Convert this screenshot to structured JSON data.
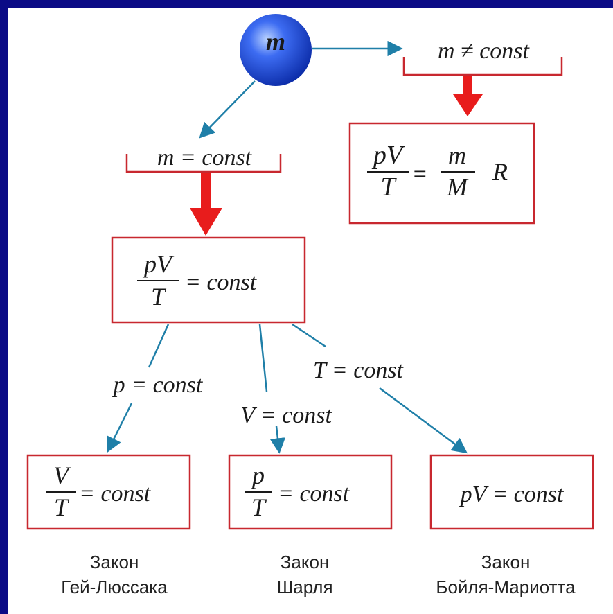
{
  "mass": {
    "symbol": "m",
    "varies_label": "m ≠ const",
    "const_label": "m = const"
  },
  "formulas": {
    "general": {
      "num": "pV",
      "den": "T",
      "rhs_num": "m",
      "rhs_den": "M",
      "tail": "R"
    },
    "combined": {
      "num": "pV",
      "den": "T",
      "rhs": "= const"
    },
    "isobaric": {
      "num": "V",
      "den": "T",
      "rhs": "= const"
    },
    "isochoric": {
      "num": "p",
      "den": "T",
      "rhs": "= const"
    },
    "isothermal": {
      "text": "pV = const"
    }
  },
  "conditions": {
    "p_const": "p = const",
    "v_const": "V = const",
    "t_const": "T = const"
  },
  "laws": {
    "gay_lussac": {
      "line1": "Закон",
      "line2": "Гей-Люссака"
    },
    "charles": {
      "line1": "Закон",
      "line2": "Шарля"
    },
    "boyle": {
      "line1": "Закон",
      "line2": "Бойля-Мариотта"
    }
  },
  "colors": {
    "background": "#0b0b86",
    "box_border": "#c8282f",
    "arrow_red": "#e81c1c",
    "arrow_blue": "#1f7fa8",
    "sphere": "#1f4fe0"
  }
}
